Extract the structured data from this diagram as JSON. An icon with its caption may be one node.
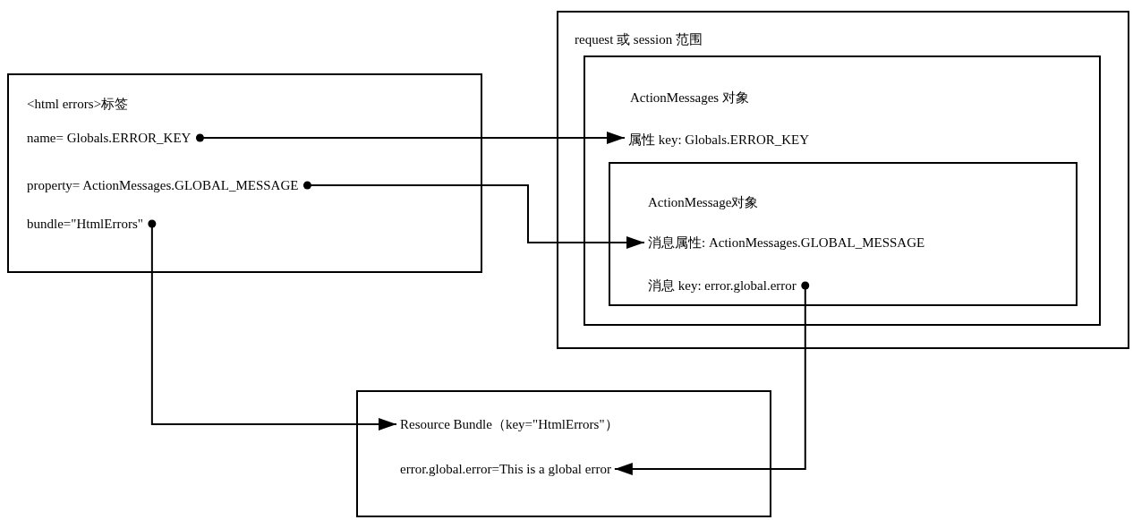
{
  "diagram": {
    "nodes": [
      {
        "text": [
          "<html errors>标签"
        ]
      },
      {
        "text": [
          "name= Globals.ERROR_KEY"
        ],
        "in": 0
      },
      {
        "text": [
          "property= ActionMessages.GLOBAL_MESSAGE"
        ],
        "in": 0
      },
      {
        "text": [
          "bundle=\"HtmlErrors\""
        ],
        "in": 0
      },
      {
        "text": [
          "request 或 session 范围"
        ]
      },
      {
        "text": [
          "ActionMessages 对象"
        ],
        "in": 4
      },
      {
        "text": [
          "属性 key: Globals.ERROR_KEY"
        ],
        "in": 5
      },
      {
        "text": [
          "ActionMessage对象"
        ],
        "in": 5
      },
      {
        "text": [
          "消息属性: ActionMessages.GLOBAL_MESSAGE"
        ],
        "in": 7
      },
      {
        "text": [
          "消息 key: error.global.error"
        ],
        "in": 7
      },
      {
        "text": [],
        "shape": "box"
      },
      {
        "text": [
          "Resource Bundle（key=\"HtmlErrors\"）"
        ],
        "in": 10
      },
      {
        "text": [
          "error.global.error=This is a global error"
        ],
        "in": 10
      }
    ],
    "edges": [
      {
        "from": 1,
        "to": 6,
        "arrow": "to"
      },
      {
        "from": 2,
        "to": 8,
        "arrow": "to"
      },
      {
        "from": 3,
        "to": 11,
        "arrow": "to"
      },
      {
        "from": 9,
        "to": 12,
        "arrow": "to"
      }
    ]
  }
}
